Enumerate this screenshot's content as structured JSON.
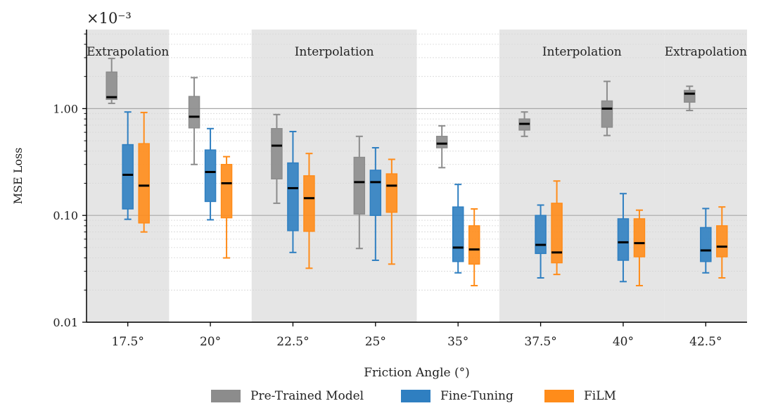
{
  "chart_data": {
    "type": "boxplot",
    "categories": [
      "17.5°",
      "20°",
      "22.5°",
      "25°",
      "35°",
      "37.5°",
      "40°",
      "42.5°"
    ],
    "xlabel": "Friction Angle (°)",
    "ylabel": "MSE Loss",
    "y_scale": "log",
    "y_multiplier": "×10⁻³",
    "ylim": [
      0.01,
      5.5
    ],
    "yticks": [
      0.01,
      0.1,
      1.0
    ],
    "ytick_labels": [
      "0.01",
      "0.10",
      "1.00"
    ],
    "grid_major_y": true,
    "regions": [
      {
        "label": "Extrapolation",
        "categories": [
          "17.5°"
        ],
        "shaded": true
      },
      {
        "label": "",
        "categories": [
          "20°"
        ],
        "shaded": false
      },
      {
        "label": "Interpolation",
        "categories": [
          "22.5°",
          "25°"
        ],
        "shaded": true
      },
      {
        "label": "",
        "categories": [
          "35°"
        ],
        "shaded": false
      },
      {
        "label": "Interpolation",
        "categories": [
          "37.5°",
          "40°"
        ],
        "shaded": true
      },
      {
        "label": "Extrapolation",
        "categories": [
          "42.5°"
        ],
        "shaded": true
      }
    ],
    "legend_position": "bottom",
    "series": [
      {
        "name": "Pre-Trained Model",
        "color": "#8c8c8c",
        "boxes": [
          {
            "whislo": 1.12,
            "q1": 1.22,
            "med": 1.28,
            "q3": 2.2,
            "whishi": 2.95
          },
          {
            "whislo": 0.3,
            "q1": 0.66,
            "med": 0.84,
            "q3": 1.3,
            "whishi": 1.95
          },
          {
            "whislo": 0.13,
            "q1": 0.22,
            "med": 0.45,
            "q3": 0.65,
            "whishi": 0.88
          },
          {
            "whislo": 0.049,
            "q1": 0.103,
            "med": 0.205,
            "q3": 0.35,
            "whishi": 0.55
          },
          {
            "whislo": 0.28,
            "q1": 0.43,
            "med": 0.47,
            "q3": 0.55,
            "whishi": 0.69
          },
          {
            "whislo": 0.55,
            "q1": 0.63,
            "med": 0.72,
            "q3": 0.8,
            "whishi": 0.93
          },
          {
            "whislo": 0.56,
            "q1": 0.67,
            "med": 1.0,
            "q3": 1.18,
            "whishi": 1.8
          },
          {
            "whislo": 0.96,
            "q1": 1.15,
            "med": 1.38,
            "q3": 1.48,
            "whishi": 1.62
          }
        ]
      },
      {
        "name": "Fine-Tuning",
        "color": "#2f7fc1",
        "boxes": [
          {
            "whislo": 0.092,
            "q1": 0.115,
            "med": 0.24,
            "q3": 0.46,
            "whishi": 0.93
          },
          {
            "whislo": 0.091,
            "q1": 0.135,
            "med": 0.255,
            "q3": 0.41,
            "whishi": 0.65
          },
          {
            "whislo": 0.045,
            "q1": 0.072,
            "med": 0.18,
            "q3": 0.31,
            "whishi": 0.61
          },
          {
            "whislo": 0.038,
            "q1": 0.1,
            "med": 0.205,
            "q3": 0.265,
            "whishi": 0.43
          },
          {
            "whislo": 0.029,
            "q1": 0.037,
            "med": 0.05,
            "q3": 0.12,
            "whishi": 0.195
          },
          {
            "whislo": 0.026,
            "q1": 0.044,
            "med": 0.053,
            "q3": 0.1,
            "whishi": 0.125
          },
          {
            "whislo": 0.024,
            "q1": 0.038,
            "med": 0.056,
            "q3": 0.093,
            "whishi": 0.16
          },
          {
            "whislo": 0.029,
            "q1": 0.037,
            "med": 0.047,
            "q3": 0.077,
            "whishi": 0.116
          }
        ]
      },
      {
        "name": "FiLM",
        "color": "#ff8c1a",
        "boxes": [
          {
            "whislo": 0.07,
            "q1": 0.085,
            "med": 0.19,
            "q3": 0.47,
            "whishi": 0.92
          },
          {
            "whislo": 0.04,
            "q1": 0.095,
            "med": 0.2,
            "q3": 0.3,
            "whishi": 0.355
          },
          {
            "whislo": 0.032,
            "q1": 0.071,
            "med": 0.145,
            "q3": 0.235,
            "whishi": 0.38
          },
          {
            "whislo": 0.035,
            "q1": 0.107,
            "med": 0.19,
            "q3": 0.245,
            "whishi": 0.335
          },
          {
            "whislo": 0.022,
            "q1": 0.035,
            "med": 0.048,
            "q3": 0.08,
            "whishi": 0.115
          },
          {
            "whislo": 0.028,
            "q1": 0.036,
            "med": 0.045,
            "q3": 0.13,
            "whishi": 0.21
          },
          {
            "whislo": 0.022,
            "q1": 0.041,
            "med": 0.055,
            "q3": 0.093,
            "whishi": 0.112
          },
          {
            "whislo": 0.026,
            "q1": 0.041,
            "med": 0.051,
            "q3": 0.08,
            "whishi": 0.12
          }
        ]
      }
    ]
  }
}
